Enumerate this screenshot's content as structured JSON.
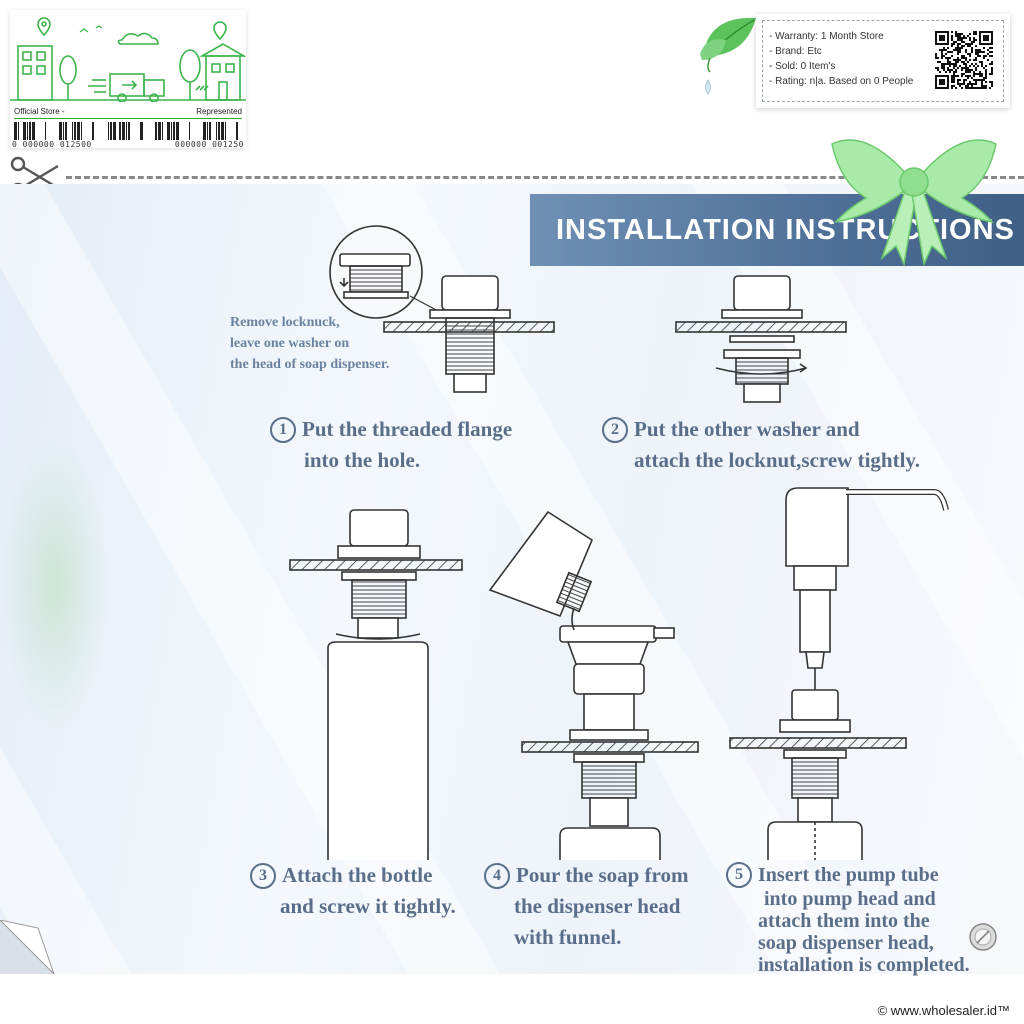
{
  "store_card": {
    "left_label": "Official Store -",
    "right_label": "Represented",
    "barcode_left": "0 000000 012500",
    "barcode_right": "000000 001250"
  },
  "info_card": {
    "warranty": "- Warranty: 1 Month Store",
    "brand": "- Brand: Etc",
    "sold": "- Sold: 0 Item's",
    "rating": "- Rating: n|a. Based on 0 People"
  },
  "banner": {
    "title": "INSTALLATION INSTRUCTIONS"
  },
  "note": {
    "line1": "Remove locknuck,",
    "line2": "leave one washer on",
    "line3": "the head of soap dispenser."
  },
  "steps": [
    {
      "num": "1",
      "line1": "Put the threaded flange",
      "line2": "into the hole."
    },
    {
      "num": "2",
      "line1": "Put the other washer and",
      "line2": "attach the locknut,screw tightly."
    },
    {
      "num": "3",
      "line1": "Attach the bottle",
      "line2": "and screw it tightly."
    },
    {
      "num": "4",
      "line1": "Pour the soap from",
      "line2": "the dispenser head",
      "line3": "with funnel."
    },
    {
      "num": "5",
      "line1": "Insert the pump tube",
      "line2": "into pump head and",
      "line3": "attach them into the",
      "line4": "soap dispenser head,",
      "line5": "installation is completed."
    }
  ],
  "footer": {
    "copyright": "© www.wholesaler.id™"
  },
  "colors": {
    "banner": "#4f7098",
    "step_text": "#5a6e8a",
    "store_green": "#3cb44b",
    "ribbon_green": "#9be89b"
  }
}
